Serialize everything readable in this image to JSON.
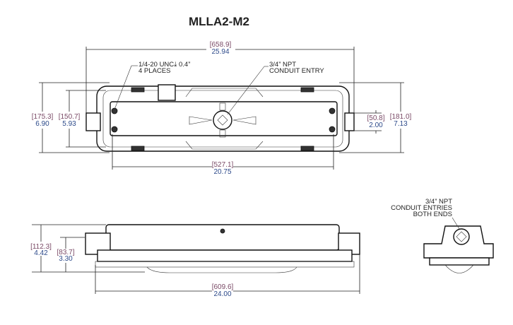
{
  "title": "MLLA2-M2",
  "top_view": {
    "overall_length": {
      "mm": "[658.9]",
      "in": "25.94"
    },
    "mount_spacing": {
      "mm": "[527.1]",
      "in": "20.75"
    },
    "overall_width": {
      "mm": "[175.3]",
      "in": "6.90"
    },
    "body_width": {
      "mm": "[150.7]",
      "in": "5.93"
    },
    "mount_width": {
      "mm": "[50.8]",
      "in": "2.00"
    },
    "bracket_width": {
      "mm": "[181.0]",
      "in": "7.13"
    },
    "note_mount": {
      "line1": "1/4-20 UNC⤓ 0.4”",
      "line2": "4 PLACES"
    },
    "note_conduit": {
      "line1": "3/4” NPT",
      "line2": "CONDUIT ENTRY"
    }
  },
  "side_view": {
    "overall_height": {
      "mm": "[112.3]",
      "in": "4.42"
    },
    "body_height": {
      "mm": "[83.7]",
      "in": "3.30"
    },
    "length": {
      "mm": "[609.6]",
      "in": "24.00"
    }
  },
  "end_view": {
    "note": {
      "line1": "3/4” NPT",
      "line2": "CONDUIT ENTRIES",
      "line3": "BOTH ENDS"
    }
  }
}
